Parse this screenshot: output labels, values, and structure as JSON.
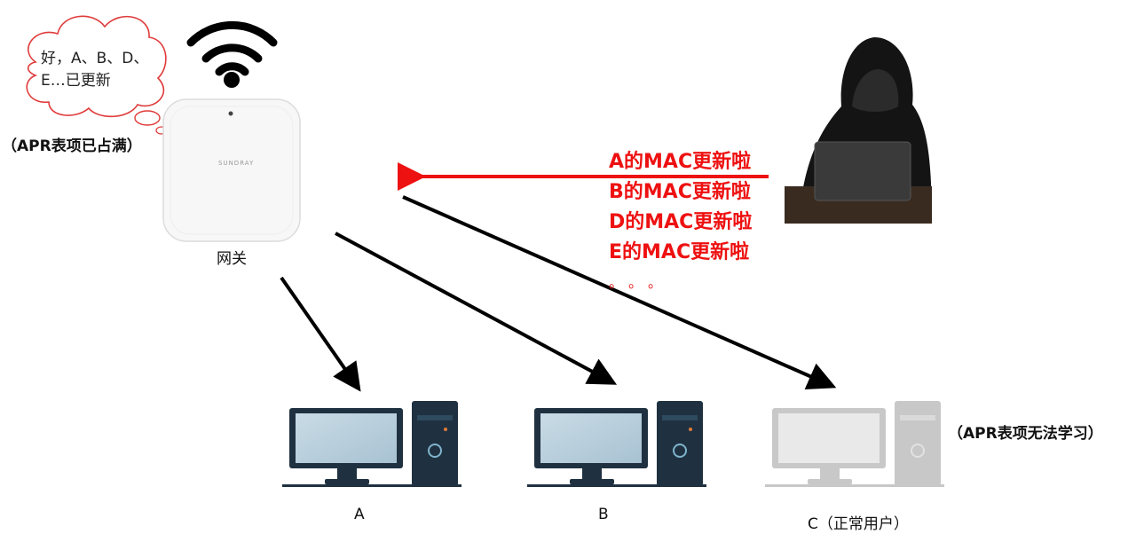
{
  "cloud": {
    "text_line1": "好，A、B、D、",
    "text_line2": "E…已更新"
  },
  "gateway": {
    "note": "（APR表项已占满）",
    "label": "网关",
    "brand": "SUNDRAY"
  },
  "attacker": {
    "messages": [
      "A的MAC更新啦",
      "B的MAC更新啦",
      "D的MAC更新啦",
      "E的MAC更新啦"
    ],
    "ellipsis": "。。。"
  },
  "hosts": [
    {
      "label": "A"
    },
    {
      "label": "B"
    },
    {
      "label": "C（正常用户）",
      "note": "（APR表项无法学习）"
    }
  ],
  "colors": {
    "attack": "#ee1111",
    "arrow": "#000000",
    "faded_host": "#c8c8c8"
  }
}
